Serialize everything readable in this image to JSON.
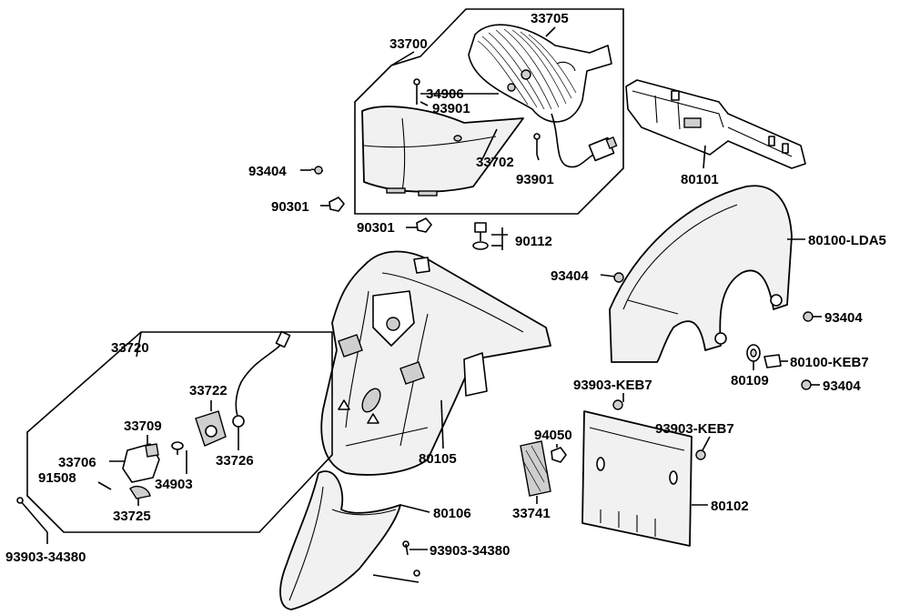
{
  "labels": {
    "l33700": "33700",
    "l33705": "33705",
    "l34906": "34906",
    "l93901a": "93901",
    "l33702": "33702",
    "l93901b": "93901",
    "l80101": "80101",
    "l93404a": "93404",
    "l90301a": "90301",
    "l90301b": "90301",
    "l90112": "90112",
    "l80100LDA5": "80100-LDA5",
    "l93404b": "93404",
    "l93404c": "93404",
    "l80100KEB7": "80100-KEB7",
    "l80109": "80109",
    "l93404d": "93404",
    "l33720": "33720",
    "l33722": "33722",
    "l33709": "33709",
    "l33706": "33706",
    "l91508": "91508",
    "l34903": "34903",
    "l33726": "33726",
    "l33725": "33725",
    "l80105": "80105",
    "l93903KEB7a": "93903-KEB7",
    "l94050": "94050",
    "l93903KEB7b": "93903-KEB7",
    "l33741": "33741",
    "l80102": "80102",
    "l80106": "80106",
    "l93903a": "93903-34380",
    "l93903b": "93903-34380"
  }
}
